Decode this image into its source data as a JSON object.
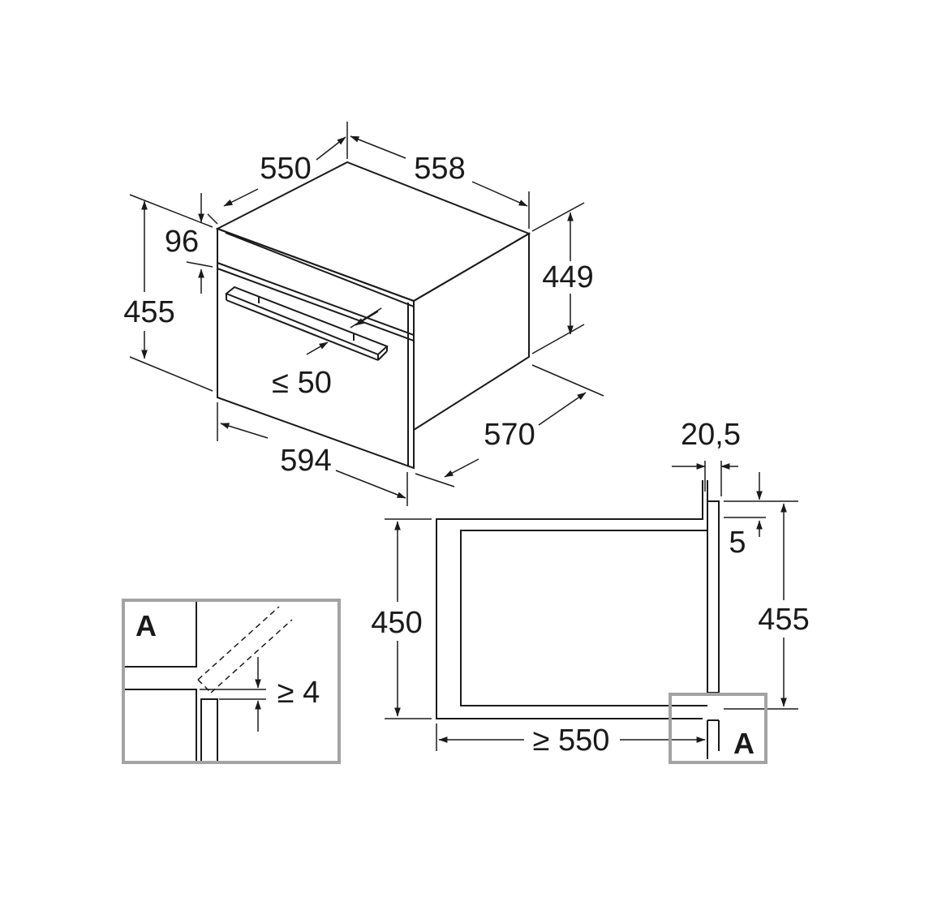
{
  "isometric_view": {
    "depth_top": "550",
    "width_top": "558",
    "panel_height": "96",
    "total_height": "455",
    "side_height": "449",
    "handle_clearance": "≤ 50",
    "front_width": "594",
    "total_depth": "570"
  },
  "side_view": {
    "front_thickness": "20,5",
    "top_gap": "5",
    "niche_height": "450",
    "front_height": "455",
    "min_depth": "≥ 550",
    "detail_marker": "A"
  },
  "detail_view": {
    "label": "A",
    "min_gap": "≥ 4"
  },
  "colors": {
    "line": "#1a1a1a",
    "detail_frame": "#a3a3a3",
    "background": "#ffffff"
  }
}
